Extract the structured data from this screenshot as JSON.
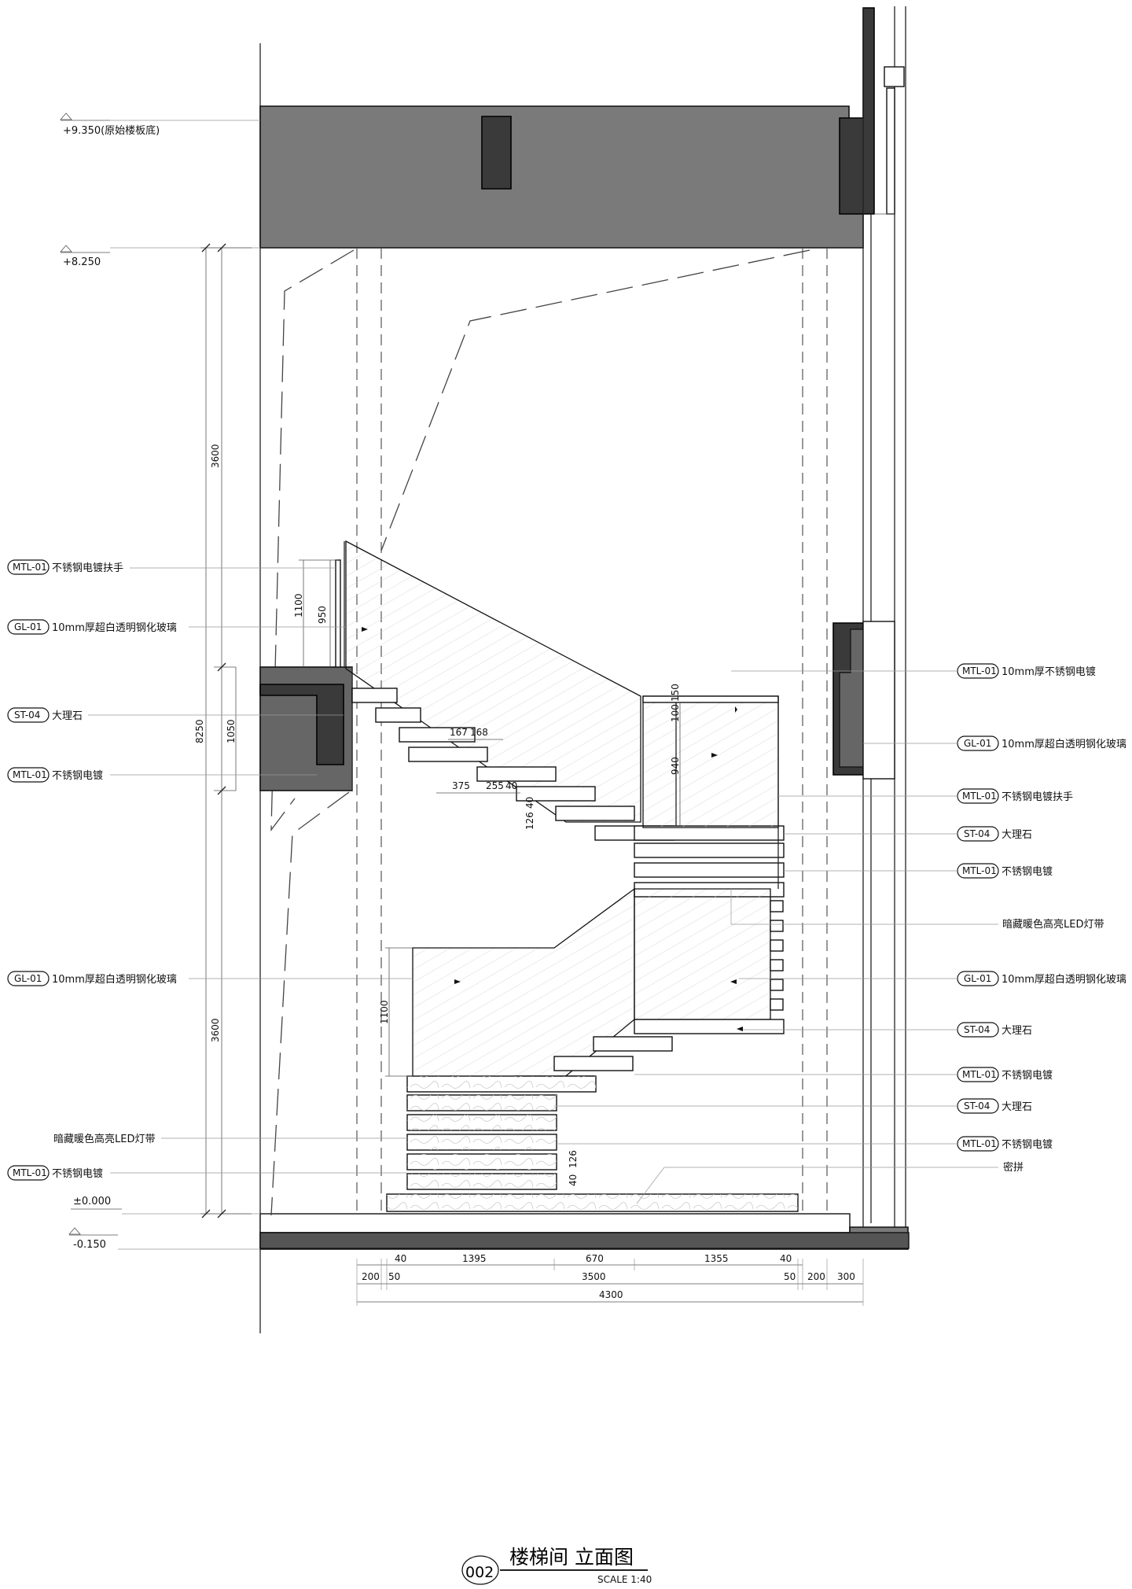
{
  "levels": [
    {
      "label": "+9.350(原始楼板底)"
    },
    {
      "label": "+8.250"
    },
    {
      "label": "±0.000"
    },
    {
      "label": "-0.150"
    }
  ],
  "vertical_dims": {
    "total": "8250",
    "upper": "3600",
    "lower": "3600",
    "rail_height": "1100",
    "rail_inner": "950",
    "landing_height": "1050",
    "lower_glass": "1100",
    "right_rail": "940",
    "right_top_a": "100",
    "right_top_b": "150"
  },
  "step_dims": {
    "d167": "167",
    "d168": "168",
    "d375": "375",
    "d255": "255",
    "d40a": "40",
    "d126a": "126",
    "d40b": "40",
    "d40c": "40",
    "d126b": "126"
  },
  "bottom_dims": {
    "row1": [
      "40",
      "1395",
      "670",
      "1355",
      "40"
    ],
    "row2": [
      "200",
      "50",
      "3500",
      "50",
      "200",
      "300"
    ],
    "total": "4300"
  },
  "left_callouts": [
    {
      "code": "MTL-01",
      "text": "不锈钢电镀扶手"
    },
    {
      "code": "GL-01",
      "text": "10mm厚超白透明钢化玻璃"
    },
    {
      "code": "ST-04",
      "text": "大理石"
    },
    {
      "code": "MTL-01",
      "text": "不锈钢电镀"
    },
    {
      "code": "GL-01",
      "text": "10mm厚超白透明钢化玻璃"
    },
    {
      "code": "",
      "text": "暗藏暖色高亮LED灯带"
    },
    {
      "code": "MTL-01",
      "text": "不锈钢电镀"
    }
  ],
  "right_callouts": [
    {
      "code": "MTL-01",
      "text": "10mm厚不锈钢电镀"
    },
    {
      "code": "GL-01",
      "text": "10mm厚超白透明钢化玻璃"
    },
    {
      "code": "MTL-01",
      "text": "不锈钢电镀扶手"
    },
    {
      "code": "ST-04",
      "text": "大理石"
    },
    {
      "code": "MTL-01",
      "text": "不锈钢电镀"
    },
    {
      "code": "",
      "text": "暗藏暖色高亮LED灯带"
    },
    {
      "code": "GL-01",
      "text": "10mm厚超白透明钢化玻璃"
    },
    {
      "code": "ST-04",
      "text": "大理石"
    },
    {
      "code": "MTL-01",
      "text": "不锈钢电镀"
    },
    {
      "code": "ST-04",
      "text": "大理石"
    },
    {
      "code": "MTL-01",
      "text": "不锈钢电镀"
    },
    {
      "code": "",
      "text": "密拼"
    }
  ],
  "title_block": {
    "number": "002",
    "title": "楼梯间  立面图",
    "scale": "SCALE  1:40"
  }
}
